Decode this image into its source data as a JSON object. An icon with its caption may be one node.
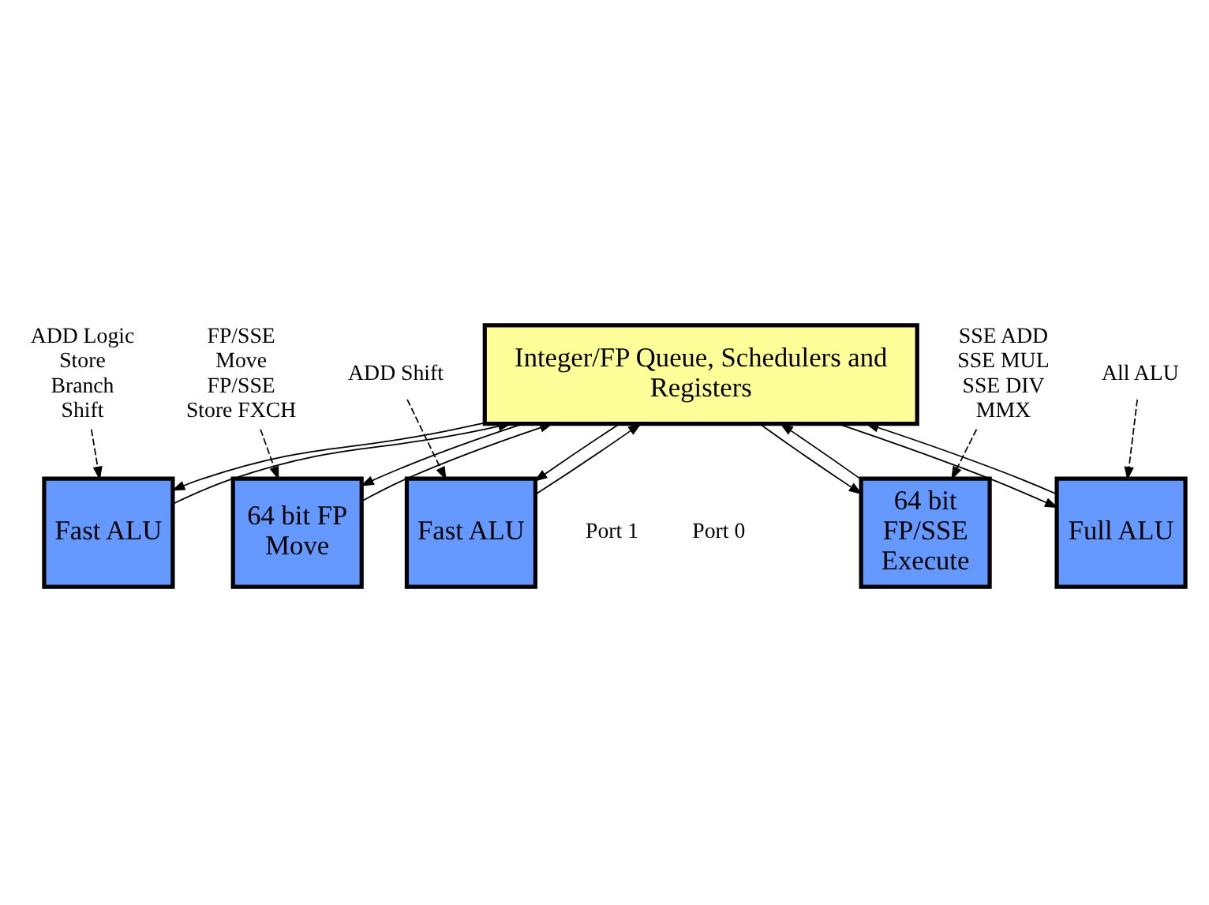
{
  "diagram": {
    "nodes": [
      {
        "text": [
          "Integer/FP Queue, Schedulers and Registers"
        ]
      },
      {
        "text": [
          "Fast ALU"
        ]
      },
      {
        "text": [
          "64 bit FP Move"
        ]
      },
      {
        "text": [
          "Fast ALU"
        ]
      },
      {
        "text": [
          "64 bit FP/SSE Execute"
        ]
      },
      {
        "text": [
          "Full ALU"
        ]
      },
      {
        "text": [
          "ADD Logic Store Branch Shift"
        ]
      },
      {
        "text": [
          "FP/SSE Move FP/SSE Store FXCH"
        ]
      },
      {
        "text": [
          "ADD Shift"
        ]
      },
      {
        "text": [
          "All ALU"
        ]
      },
      {
        "text": [
          "SSE ADD SSE MUL SSE DIV MMX"
        ]
      }
    ],
    "edges": [
      {
        "from": 0,
        "to": 1,
        "arrow": "to"
      },
      {
        "from": 0,
        "to": 2,
        "arrow": "to"
      },
      {
        "from": 0,
        "to": 3,
        "arrow": "to"
      },
      {
        "from": 0,
        "to": 4,
        "arrow": "to"
      },
      {
        "from": 0,
        "to": 5,
        "arrow": "to"
      },
      {
        "from": 1,
        "to": 0,
        "arrow": "to"
      },
      {
        "from": 2,
        "to": 0,
        "arrow": "to"
      },
      {
        "from": 3,
        "to": 0,
        "arrow": "to"
      },
      {
        "from": 4,
        "to": 0,
        "arrow": "to"
      },
      {
        "from": 5,
        "to": 0,
        "arrow": "to"
      },
      {
        "from": 6,
        "to": 1,
        "arrow": "to",
        "style": "dashed"
      },
      {
        "from": 7,
        "to": 2,
        "arrow": "to",
        "style": "dashed"
      },
      {
        "from": 8,
        "to": 3,
        "arrow": "to",
        "style": "dashed"
      },
      {
        "from": 9,
        "to": 5,
        "arrow": "to",
        "style": "dashed"
      },
      {
        "from": 10,
        "to": 4,
        "arrow": "to",
        "style": "dashed"
      }
    ],
    "labels": [
      "Port 0",
      "Port 1"
    ]
  }
}
